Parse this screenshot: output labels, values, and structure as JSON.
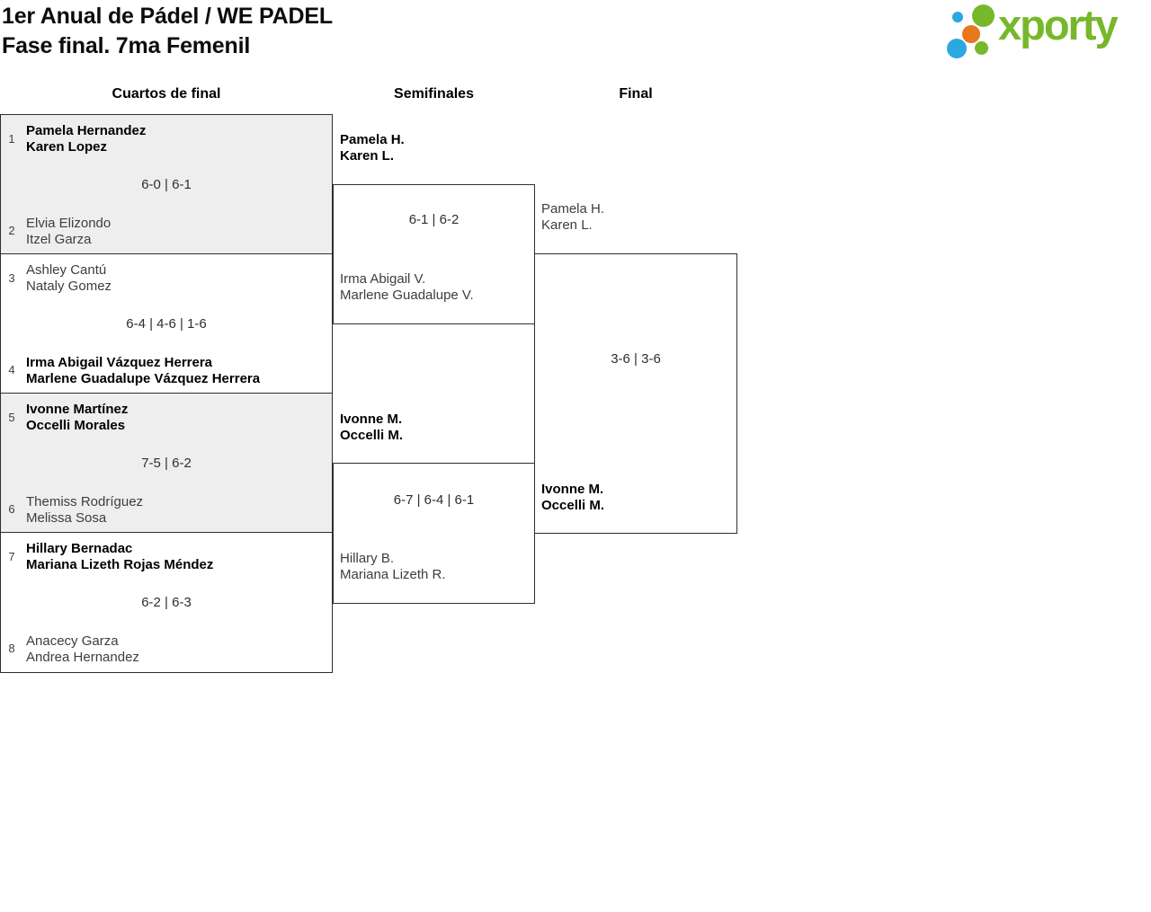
{
  "page": {
    "title_line1": "1er Anual de Pádel / WE PADEL",
    "title_line2": "Fase final. 7ma Femenil"
  },
  "logo": {
    "text": "xporty",
    "green": "#76b82a",
    "blue": "#2ba8e0",
    "orange": "#e7771b"
  },
  "rounds": [
    {
      "label": "Cuartos de final"
    },
    {
      "label": "Semifinales"
    },
    {
      "label": "Final"
    }
  ],
  "quarterfinals": [
    {
      "seed_top": "1",
      "team_top": [
        "Pamela Hernandez",
        "Karen Lopez"
      ],
      "top_winner": true,
      "score": "6-0 | 6-1",
      "seed_bottom": "2",
      "team_bottom": [
        "Elvia Elizondo",
        "Itzel Garza"
      ],
      "bottom_winner": false
    },
    {
      "seed_top": "3",
      "team_top": [
        "Ashley Cantú",
        "Nataly Gomez"
      ],
      "top_winner": false,
      "score": "6-4 | 4-6 | 1-6",
      "seed_bottom": "4",
      "team_bottom": [
        "Irma Abigail Vázquez Herrera",
        "Marlene Guadalupe Vázquez Herrera"
      ],
      "bottom_winner": true
    },
    {
      "seed_top": "5",
      "team_top": [
        "Ivonne Martínez",
        "Occelli Morales"
      ],
      "top_winner": true,
      "score": "7-5 | 6-2",
      "seed_bottom": "6",
      "team_bottom": [
        "Themiss Rodríguez",
        "Melissa Sosa"
      ],
      "bottom_winner": false
    },
    {
      "seed_top": "7",
      "team_top": [
        "Hillary Bernadac",
        "Mariana Lizeth Rojas Méndez"
      ],
      "top_winner": true,
      "score": "6-2 | 6-3",
      "seed_bottom": "8",
      "team_bottom": [
        "Anacecy Garza",
        "Andrea Hernandez"
      ],
      "bottom_winner": false
    }
  ],
  "semifinals": [
    {
      "team_top": [
        "Pamela H.",
        "Karen L."
      ],
      "top_winner": true,
      "score": "6-1 | 6-2",
      "team_bottom": [
        "Irma Abigail V.",
        "Marlene Guadalupe V."
      ],
      "bottom_winner": false
    },
    {
      "team_top": [
        "Ivonne M.",
        "Occelli M."
      ],
      "top_winner": true,
      "score": "6-7 | 6-4 | 6-1",
      "team_bottom": [
        "Hillary B.",
        "Mariana Lizeth R."
      ],
      "bottom_winner": false
    }
  ],
  "final": {
    "team_top": [
      "Pamela H.",
      "Karen L."
    ],
    "top_winner": false,
    "score": "3-6 | 3-6",
    "team_bottom": [
      "Ivonne M.",
      "Occelli M."
    ],
    "bottom_winner": true
  }
}
